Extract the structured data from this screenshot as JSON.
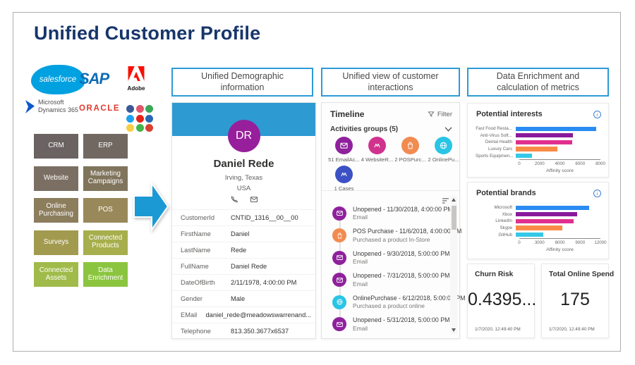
{
  "slide": {
    "title": "Unified Customer Profile"
  },
  "logos": {
    "salesforce": "salesforce",
    "sap": "SAP",
    "adobe": "Adobe",
    "microsoft_line1": "Microsoft",
    "microsoft_line2": "Dynamics 365",
    "oracle": "ORACLE",
    "social_colors": [
      "#3b5998",
      "#e0566a",
      "#3aa757",
      "#1da1f2",
      "#e62117",
      "#2867b2",
      "#f7ce46",
      "#43b649",
      "#d8402f"
    ]
  },
  "sources": [
    {
      "label": "CRM",
      "color": "#6a6361"
    },
    {
      "label": "ERP",
      "color": "#716862"
    },
    {
      "label": "Website",
      "color": "#7b6f63"
    },
    {
      "label": "Marketing Campaigns",
      "color": "#80745c"
    },
    {
      "label": "Online Purchasing",
      "color": "#8c7d5d"
    },
    {
      "label": "POS",
      "color": "#99895a"
    },
    {
      "label": "Surveys",
      "color": "#a29a4e"
    },
    {
      "label": "Connected Products",
      "color": "#a7ae4c"
    },
    {
      "label": "Connected Assets",
      "color": "#a0bb49"
    },
    {
      "label": "Data Enrichment",
      "color": "#8bc53f"
    }
  ],
  "flow": {
    "arrow_color": "#1b99d5"
  },
  "panel_headers": [
    "Unified Demographic information",
    "Unified view of customer interactions",
    "Data Enrichment and calculation of metrics"
  ],
  "profile": {
    "initials": "DR",
    "name": "Daniel Rede",
    "city": "Irving, Texas",
    "country": "USA",
    "fields": [
      {
        "label": "CustomerId",
        "value": "CNTID_1316__00__00"
      },
      {
        "label": "FirstName",
        "value": "Daniel"
      },
      {
        "label": "LastName",
        "value": "Rede"
      },
      {
        "label": "FullName",
        "value": "Daniel Rede"
      },
      {
        "label": "DateOfBirth",
        "value": "2/11/1978, 4:00:00 PM"
      },
      {
        "label": "Gender",
        "value": "Male"
      },
      {
        "label": "EMail",
        "value": "daniel_rede@meadowswarrenand..."
      },
      {
        "label": "Telephone",
        "value": "813.350.3677x6537"
      }
    ]
  },
  "timeline": {
    "title": "Timeline",
    "filter_label": "Filter",
    "groups_label": "Activities groups (5)",
    "badges": [
      {
        "label": "51 EmailAc...",
        "color": "#8f219d",
        "icon": "email"
      },
      {
        "label": "4 WebsiteR...",
        "color": "#d0328e",
        "icon": "review"
      },
      {
        "label": "2 POSPurc...",
        "color": "#f28b50",
        "icon": "bag"
      },
      {
        "label": "2 OnlinePu...",
        "color": "#29c4e6",
        "icon": "globe"
      },
      {
        "label": "1 Cases",
        "color": "#3b51c4",
        "icon": "cases"
      }
    ],
    "activities": [
      {
        "icon": "email",
        "color": "#8f219d",
        "title": "Unopened - 11/30/2018, 4:00:00 PM",
        "subtitle": "Email"
      },
      {
        "icon": "bag",
        "color": "#f28b50",
        "title": "POS Purchase - 11/6/2018, 4:00:00 PM",
        "subtitle": "Purchased a product In-Store"
      },
      {
        "icon": "email",
        "color": "#8f219d",
        "title": "Unopened - 9/30/2018, 5:00:00 PM",
        "subtitle": "Email"
      },
      {
        "icon": "email",
        "color": "#8f219d",
        "title": "Unopened - 7/31/2018, 5:00:00 PM",
        "subtitle": "Email"
      },
      {
        "icon": "globe",
        "color": "#29c4e6",
        "title": "OnlinePurchase - 6/12/2018, 5:00:00 PM",
        "subtitle": "Purchased a product online"
      },
      {
        "icon": "email",
        "color": "#8f219d",
        "title": "Unopened - 5/31/2018, 5:00:00 PM",
        "subtitle": "Email"
      }
    ]
  },
  "chart_data": [
    {
      "type": "bar",
      "orientation": "horizontal",
      "title": "Potential interests",
      "categories": [
        "Fast Food Resta...",
        "Anti-Virus Soft...",
        "Dental Health",
        "Luxury Cars",
        "Sports Equipmen..."
      ],
      "values": [
        7600,
        5400,
        5300,
        3900,
        1500
      ],
      "colors": [
        "#2a8cf2",
        "#8a1a9b",
        "#e0308f",
        "#f98b47",
        "#35c8e8"
      ],
      "xlabel": "Affinity score",
      "xlim": [
        0,
        8000
      ],
      "xticks": [
        "0",
        "2000",
        "4000",
        "6000",
        "8000"
      ]
    },
    {
      "type": "bar",
      "orientation": "horizontal",
      "title": "Potential brands",
      "categories": [
        "Microsoft",
        "Xbox",
        "LinkedIn",
        "Skype",
        "GitHub"
      ],
      "values": [
        10400,
        8700,
        8200,
        6600,
        3900
      ],
      "colors": [
        "#2a8cf2",
        "#8a1a9b",
        "#e0308f",
        "#f98b47",
        "#35c8e8"
      ],
      "xlabel": "Affinity score",
      "xlim": [
        0,
        12000
      ],
      "xticks": [
        "0",
        "3000",
        "6000",
        "9000",
        "12000"
      ]
    }
  ],
  "metrics": [
    {
      "title": "Churn Risk",
      "value": "0.4395...",
      "timestamp": "1/7/2020, 12:49:40 PM"
    },
    {
      "title": "Total Online Spend",
      "value": "175",
      "timestamp": "1/7/2020, 12:49:40 PM"
    }
  ]
}
